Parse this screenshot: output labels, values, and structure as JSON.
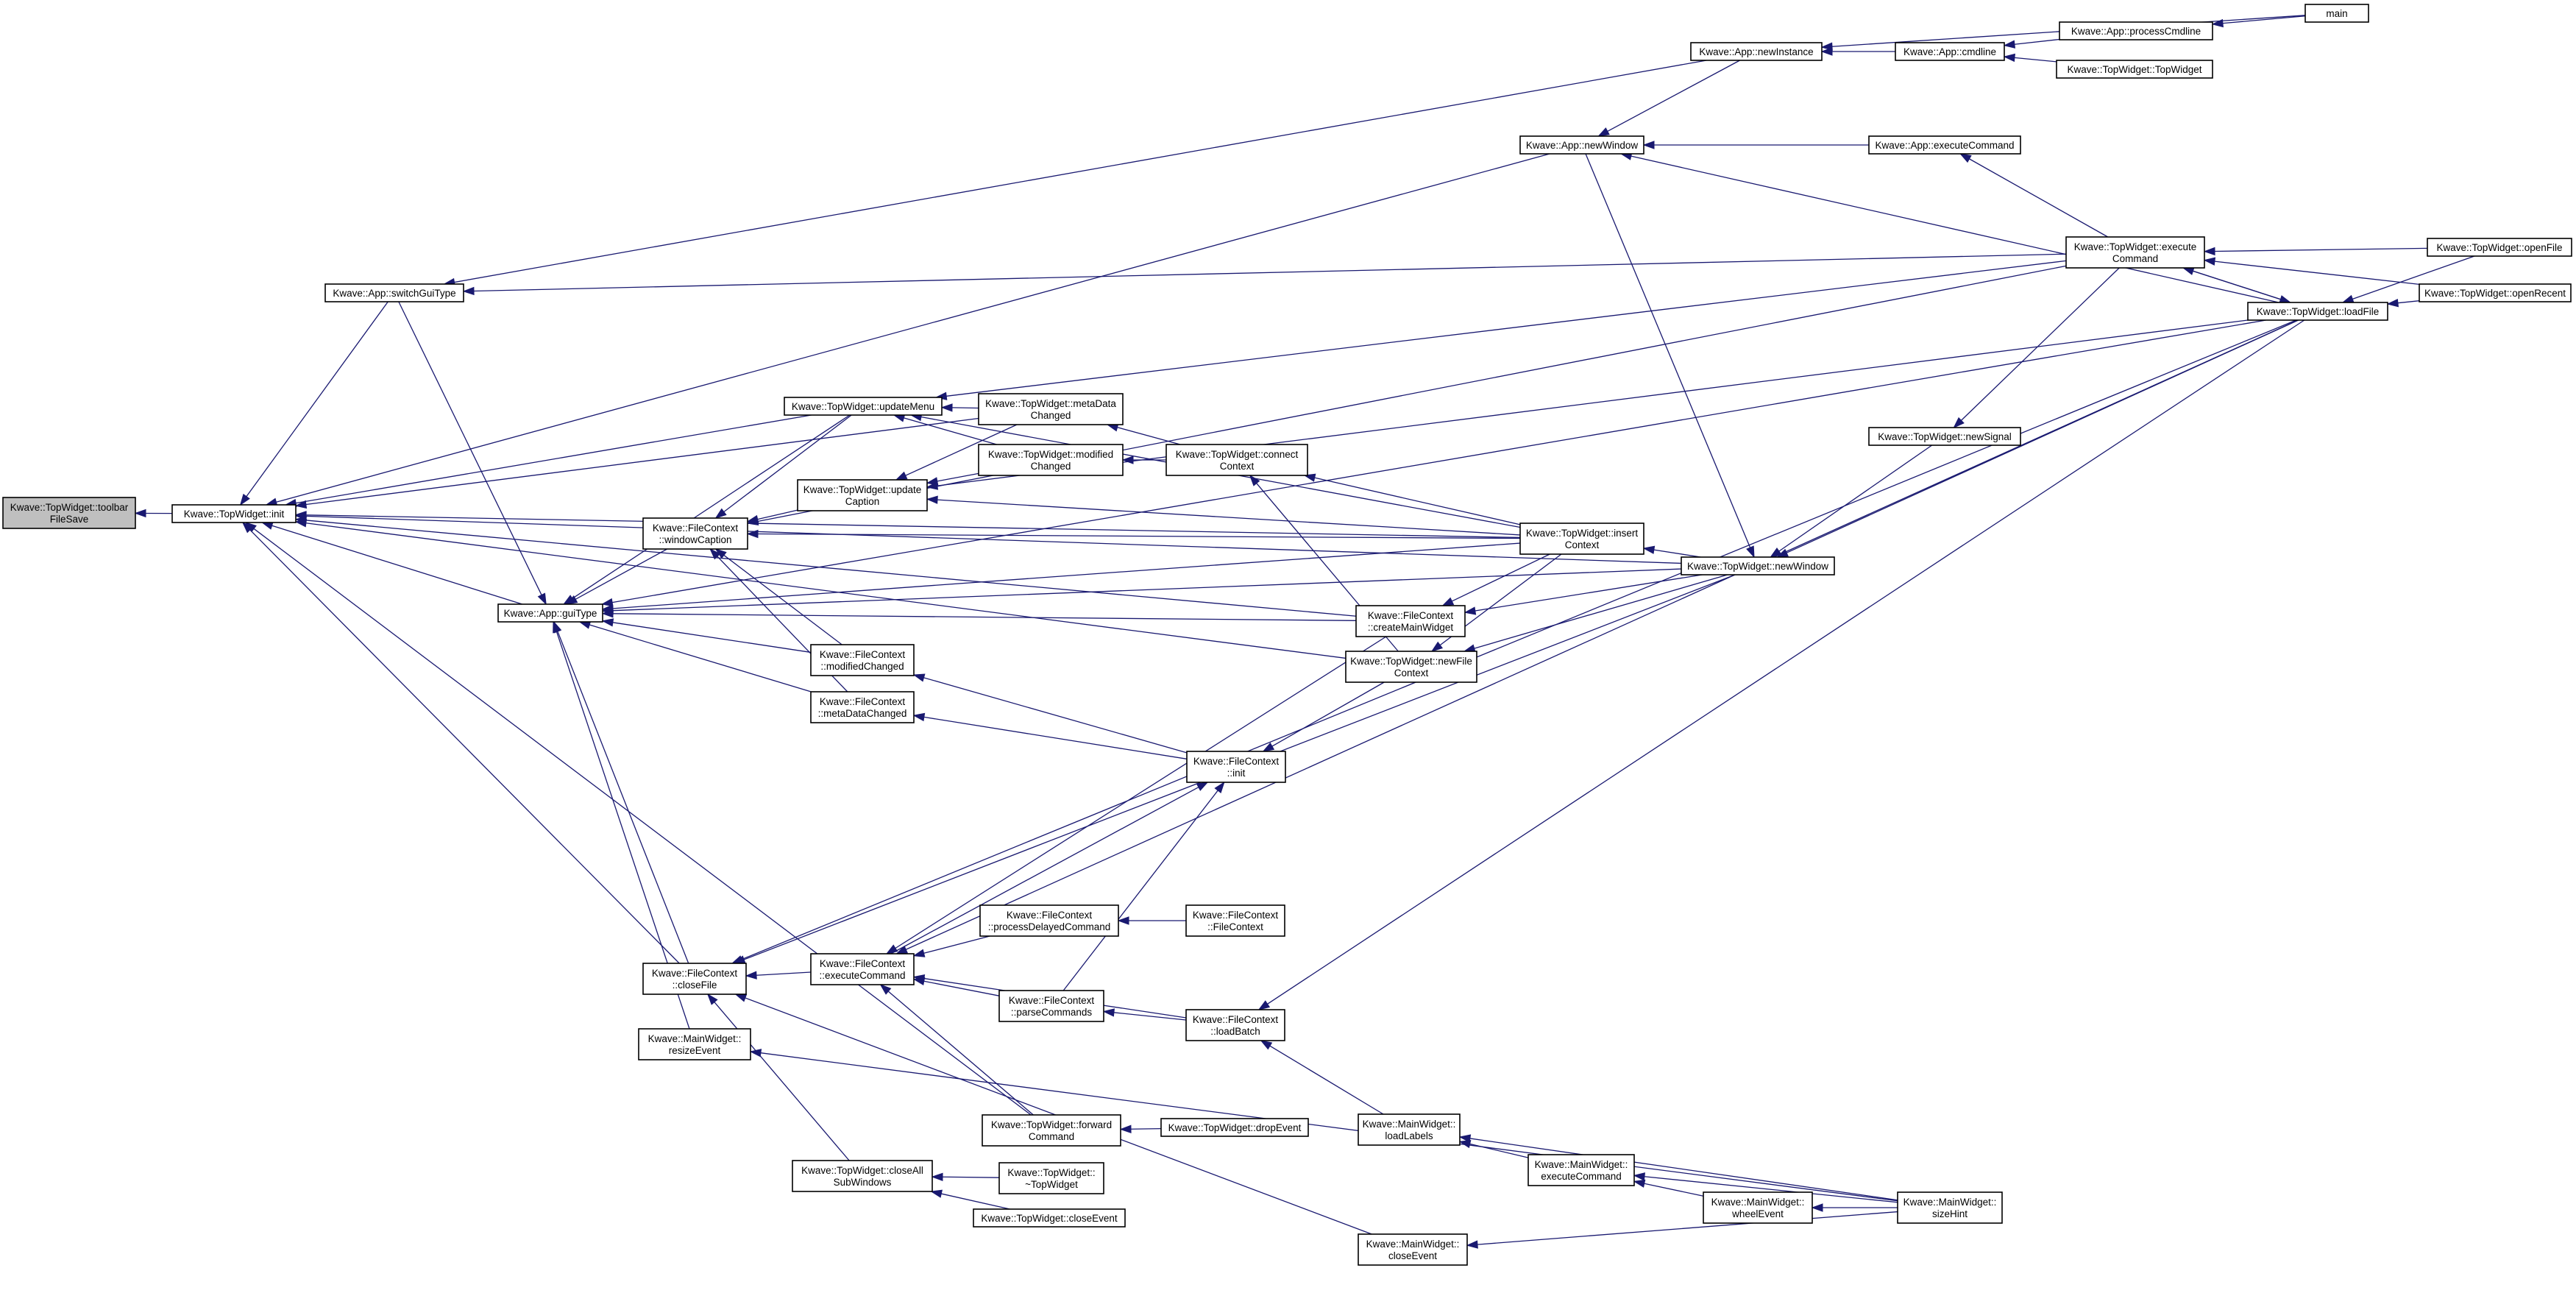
{
  "graph": {
    "nodes": [
      {
        "id": "toolbarFileSave",
        "lines": [
          "Kwave::TopWidget::toolbar",
          "FileSave"
        ],
        "root": true
      },
      {
        "id": "tw_init",
        "lines": [
          "Kwave::TopWidget::init"
        ]
      },
      {
        "id": "app_switchGuiType",
        "lines": [
          "Kwave::App::switchGuiType"
        ]
      },
      {
        "id": "app_guiType",
        "lines": [
          "Kwave::App::guiType"
        ]
      },
      {
        "id": "fc_windowCaption",
        "lines": [
          "Kwave::FileContext",
          "::windowCaption"
        ]
      },
      {
        "id": "tw_updateMenu",
        "lines": [
          "Kwave::TopWidget::updateMenu"
        ]
      },
      {
        "id": "tw_updateCaption",
        "lines": [
          "Kwave::TopWidget::update",
          "Caption"
        ]
      },
      {
        "id": "tw_metaDataChanged",
        "lines": [
          "Kwave::TopWidget::metaData",
          "Changed"
        ]
      },
      {
        "id": "tw_modifiedChanged",
        "lines": [
          "Kwave::TopWidget::modified",
          "Changed"
        ]
      },
      {
        "id": "tw_connectContext",
        "lines": [
          "Kwave::TopWidget::connect",
          "Context"
        ]
      },
      {
        "id": "fc_modifiedChanged",
        "lines": [
          "Kwave::FileContext",
          "::modifiedChanged"
        ]
      },
      {
        "id": "fc_metaDataChanged",
        "lines": [
          "Kwave::FileContext",
          "::metaDataChanged"
        ]
      },
      {
        "id": "fc_init",
        "lines": [
          "Kwave::FileContext",
          "::init"
        ]
      },
      {
        "id": "fc_closeFile",
        "lines": [
          "Kwave::FileContext",
          "::closeFile"
        ]
      },
      {
        "id": "fc_executeCommand",
        "lines": [
          "Kwave::FileContext",
          "::executeCommand"
        ]
      },
      {
        "id": "fc_processDelayedCommand",
        "lines": [
          "Kwave::FileContext",
          "::processDelayedCommand"
        ]
      },
      {
        "id": "fc_FileContext",
        "lines": [
          "Kwave::FileContext",
          "::FileContext"
        ]
      },
      {
        "id": "fc_parseCommands",
        "lines": [
          "Kwave::FileContext",
          "::parseCommands"
        ]
      },
      {
        "id": "fc_loadBatch",
        "lines": [
          "Kwave::FileContext",
          "::loadBatch"
        ]
      },
      {
        "id": "mw_resizeEvent",
        "lines": [
          "Kwave::MainWidget::",
          "resizeEvent"
        ]
      },
      {
        "id": "tw_forwardCommand",
        "lines": [
          "Kwave::TopWidget::forward",
          "Command"
        ]
      },
      {
        "id": "tw_dropEvent",
        "lines": [
          "Kwave::TopWidget::dropEvent"
        ]
      },
      {
        "id": "tw_closeAllSubWindows",
        "lines": [
          "Kwave::TopWidget::closeAll",
          "SubWindows"
        ]
      },
      {
        "id": "tw_dtor",
        "lines": [
          "Kwave::TopWidget::",
          "~TopWidget"
        ]
      },
      {
        "id": "tw_closeEvent",
        "lines": [
          "Kwave::TopWidget::closeEvent"
        ]
      },
      {
        "id": "mw_loadLabels",
        "lines": [
          "Kwave::MainWidget::",
          "loadLabels"
        ]
      },
      {
        "id": "mw_executeCommand",
        "lines": [
          "Kwave::MainWidget::",
          "executeCommand"
        ]
      },
      {
        "id": "mw_wheelEvent",
        "lines": [
          "Kwave::MainWidget::",
          "wheelEvent"
        ]
      },
      {
        "id": "mw_sizeHint",
        "lines": [
          "Kwave::MainWidget::",
          "sizeHint"
        ]
      },
      {
        "id": "mw_closeEvent",
        "lines": [
          "Kwave::MainWidget::",
          "closeEvent"
        ]
      },
      {
        "id": "fc_createMainWidget",
        "lines": [
          "Kwave::FileContext",
          "::createMainWidget"
        ]
      },
      {
        "id": "tw_newFileContext",
        "lines": [
          "Kwave::TopWidget::newFile",
          "Context"
        ]
      },
      {
        "id": "tw_insertContext",
        "lines": [
          "Kwave::TopWidget::insert",
          "Context"
        ]
      },
      {
        "id": "tw_newWindow",
        "lines": [
          "Kwave::TopWidget::newWindow"
        ]
      },
      {
        "id": "tw_newSignal",
        "lines": [
          "Kwave::TopWidget::newSignal"
        ]
      },
      {
        "id": "app_newWindow",
        "lines": [
          "Kwave::App::newWindow"
        ]
      },
      {
        "id": "app_newInstance",
        "lines": [
          "Kwave::App::newInstance"
        ]
      },
      {
        "id": "app_cmdline",
        "lines": [
          "Kwave::App::cmdline"
        ]
      },
      {
        "id": "app_processCmdline",
        "lines": [
          "Kwave::App::processCmdline"
        ]
      },
      {
        "id": "tw_TopWidget",
        "lines": [
          "Kwave::TopWidget::TopWidget"
        ]
      },
      {
        "id": "main",
        "lines": [
          "main"
        ]
      },
      {
        "id": "app_executeCommand",
        "lines": [
          "Kwave::App::executeCommand"
        ]
      },
      {
        "id": "tw_executeCommand",
        "lines": [
          "Kwave::TopWidget::execute",
          "Command"
        ]
      },
      {
        "id": "tw_loadFile",
        "lines": [
          "Kwave::TopWidget::loadFile"
        ]
      },
      {
        "id": "tw_openFile",
        "lines": [
          "Kwave::TopWidget::openFile"
        ]
      },
      {
        "id": "tw_openRecent",
        "lines": [
          "Kwave::TopWidget::openRecent"
        ]
      }
    ],
    "edges": [
      [
        "tw_init",
        "toolbarFileSave"
      ],
      [
        "app_switchGuiType",
        "tw_init"
      ],
      [
        "app_guiType",
        "tw_init"
      ],
      [
        "tw_updateMenu",
        "tw_init"
      ],
      [
        "fc_closeFile",
        "tw_init"
      ],
      [
        "tw_newFileContext",
        "tw_init"
      ],
      [
        "tw_forwardCommand",
        "tw_init"
      ],
      [
        "fc_createMainWidget",
        "tw_init"
      ],
      [
        "tw_metaDataChanged",
        "tw_init"
      ],
      [
        "app_newWindow",
        "tw_init"
      ],
      [
        "tw_newWindow",
        "tw_init"
      ],
      [
        "tw_insertContext",
        "tw_init"
      ],
      [
        "app_newInstance",
        "app_switchGuiType"
      ],
      [
        "tw_executeCommand",
        "app_switchGuiType"
      ],
      [
        "app_switchGuiType",
        "app_guiType"
      ],
      [
        "fc_windowCaption",
        "app_guiType"
      ],
      [
        "tw_updateMenu",
        "app_guiType"
      ],
      [
        "fc_modifiedChanged",
        "app_guiType"
      ],
      [
        "fc_metaDataChanged",
        "app_guiType"
      ],
      [
        "fc_closeFile",
        "app_guiType"
      ],
      [
        "mw_resizeEvent",
        "app_guiType"
      ],
      [
        "fc_createMainWidget",
        "app_guiType"
      ],
      [
        "tw_newWindow",
        "app_guiType"
      ],
      [
        "tw_insertContext",
        "app_guiType"
      ],
      [
        "tw_loadFile",
        "app_guiType"
      ],
      [
        "tw_updateMenu",
        "fc_windowCaption"
      ],
      [
        "tw_updateCaption",
        "fc_windowCaption"
      ],
      [
        "fc_modifiedChanged",
        "fc_windowCaption"
      ],
      [
        "fc_metaDataChanged",
        "fc_windowCaption"
      ],
      [
        "tw_executeCommand",
        "fc_windowCaption"
      ],
      [
        "tw_insertContext",
        "fc_windowCaption"
      ],
      [
        "tw_metaDataChanged",
        "tw_updateMenu"
      ],
      [
        "tw_modifiedChanged",
        "tw_updateMenu"
      ],
      [
        "tw_executeCommand",
        "tw_updateMenu"
      ],
      [
        "tw_insertContext",
        "tw_updateMenu"
      ],
      [
        "tw_metaDataChanged",
        "tw_updateCaption"
      ],
      [
        "tw_modifiedChanged",
        "tw_updateCaption"
      ],
      [
        "tw_insertContext",
        "tw_updateCaption"
      ],
      [
        "tw_loadFile",
        "tw_updateCaption"
      ],
      [
        "tw_connectContext",
        "tw_metaDataChanged"
      ],
      [
        "tw_connectContext",
        "tw_modifiedChanged"
      ],
      [
        "tw_insertContext",
        "tw_connectContext"
      ],
      [
        "tw_newFileContext",
        "tw_connectContext"
      ],
      [
        "fc_init",
        "fc_modifiedChanged"
      ],
      [
        "fc_init",
        "fc_metaDataChanged"
      ],
      [
        "tw_newFileContext",
        "fc_init"
      ],
      [
        "fc_executeCommand",
        "fc_init"
      ],
      [
        "fc_parseCommands",
        "fc_init"
      ],
      [
        "fc_executeCommand",
        "fc_closeFile"
      ],
      [
        "tw_newWindow",
        "fc_closeFile"
      ],
      [
        "tw_loadFile",
        "fc_closeFile"
      ],
      [
        "fc_processDelayedCommand",
        "fc_executeCommand"
      ],
      [
        "fc_parseCommands",
        "fc_executeCommand"
      ],
      [
        "fc_loadBatch",
        "fc_executeCommand"
      ],
      [
        "tw_forwardCommand",
        "fc_executeCommand"
      ],
      [
        "fc_createMainWidget",
        "fc_executeCommand"
      ],
      [
        "tw_loadFile",
        "fc_executeCommand"
      ],
      [
        "fc_FileContext",
        "fc_processDelayedCommand"
      ],
      [
        "fc_loadBatch",
        "fc_parseCommands"
      ],
      [
        "mw_loadLabels",
        "fc_loadBatch"
      ],
      [
        "tw_loadFile",
        "fc_loadBatch"
      ],
      [
        "mw_sizeHint",
        "mw_resizeEvent"
      ],
      [
        "tw_dropEvent",
        "tw_forwardCommand"
      ],
      [
        "tw_closeAllSubWindows",
        "fc_closeFile"
      ],
      [
        "tw_dtor",
        "tw_closeAllSubWindows"
      ],
      [
        "tw_closeEvent",
        "tw_closeAllSubWindows"
      ],
      [
        "mw_closeEvent",
        "fc_closeFile"
      ],
      [
        "mw_sizeHint",
        "mw_closeEvent"
      ],
      [
        "mw_executeCommand",
        "mw_loadLabels"
      ],
      [
        "mw_sizeHint",
        "mw_loadLabels"
      ],
      [
        "mw_wheelEvent",
        "mw_executeCommand"
      ],
      [
        "mw_sizeHint",
        "mw_executeCommand"
      ],
      [
        "mw_sizeHint",
        "mw_wheelEvent"
      ],
      [
        "tw_insertContext",
        "fc_createMainWidget"
      ],
      [
        "tw_newWindow",
        "fc_createMainWidget"
      ],
      [
        "tw_insertContext",
        "tw_newFileContext"
      ],
      [
        "tw_newWindow",
        "tw_newFileContext"
      ],
      [
        "tw_newWindow",
        "tw_insertContext"
      ],
      [
        "tw_newSignal",
        "tw_newWindow"
      ],
      [
        "app_newWindow",
        "tw_newWindow"
      ],
      [
        "tw_loadFile",
        "tw_newWindow"
      ],
      [
        "tw_executeCommand",
        "tw_newSignal"
      ],
      [
        "app_newInstance",
        "app_newWindow"
      ],
      [
        "app_executeCommand",
        "app_newWindow"
      ],
      [
        "tw_loadFile",
        "app_newWindow"
      ],
      [
        "app_cmdline",
        "app_newInstance"
      ],
      [
        "main",
        "app_newInstance"
      ],
      [
        "app_processCmdline",
        "app_cmdline"
      ],
      [
        "tw_TopWidget",
        "app_cmdline"
      ],
      [
        "main",
        "app_processCmdline"
      ],
      [
        "tw_executeCommand",
        "app_executeCommand"
      ],
      [
        "tw_loadFile",
        "tw_executeCommand"
      ],
      [
        "tw_openRecent",
        "tw_executeCommand"
      ],
      [
        "tw_openFile",
        "tw_executeCommand"
      ],
      [
        "tw_executeCommand",
        "tw_loadFile"
      ],
      [
        "tw_openFile",
        "tw_loadFile"
      ],
      [
        "tw_openRecent",
        "tw_loadFile"
      ]
    ]
  }
}
